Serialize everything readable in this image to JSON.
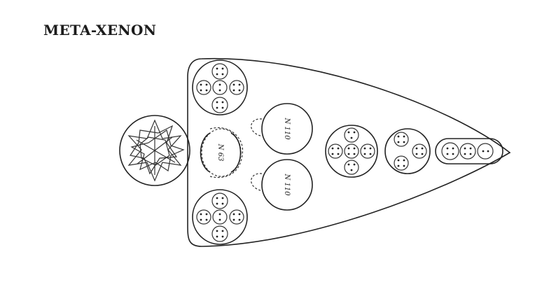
{
  "title": "META-XENON",
  "labels": {
    "upper_center": "N 110",
    "lower_center": "N 110",
    "middle_body": "N 63"
  },
  "colors": {
    "ink": "#222222",
    "background": "#ffffff"
  }
}
